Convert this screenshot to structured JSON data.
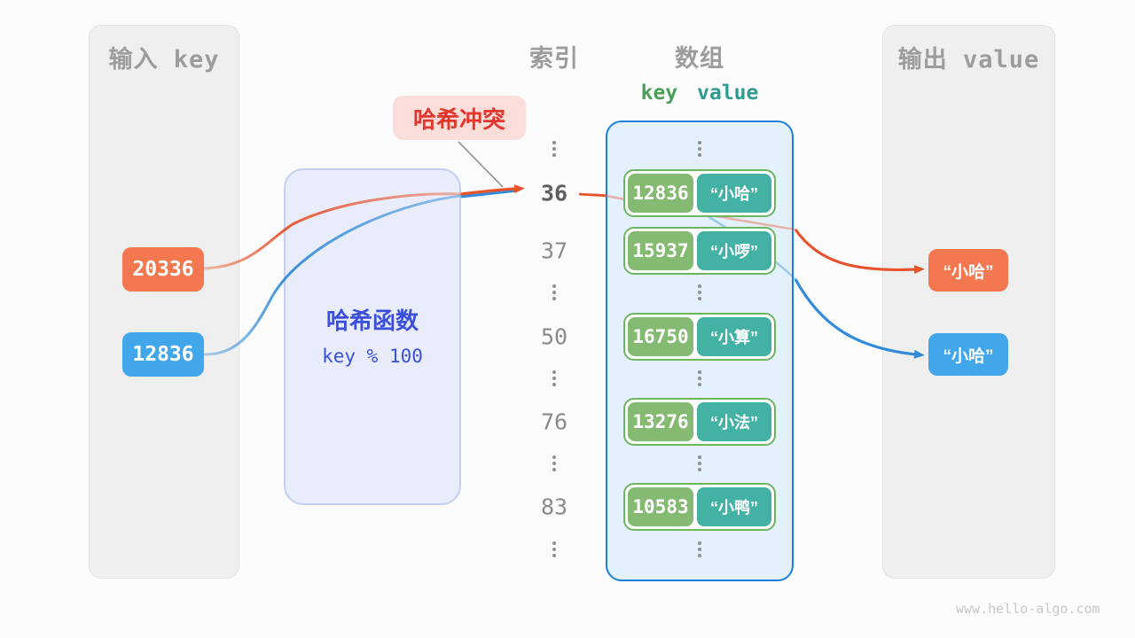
{
  "page": {
    "watermark": "www.hello-algo.com"
  },
  "colors": {
    "canvas_bg": "#FCFCFC",
    "panel_bg": "#EFEFEF",
    "panel_border": "#E3E3E3",
    "panel_title": "#9C9C9C",
    "orange": "#F3774F",
    "blue": "#41A6EA",
    "key_green": "#84BA71",
    "value_teal": "#43B1A4",
    "pair_border": "#6CB562",
    "array_bg": "#E3F1FC",
    "array_border": "#1A7FD8",
    "hash_bg": "#E9EDFB",
    "hash_border": "#C5CEF3",
    "hash_text": "#3A50DC",
    "badge_bg": "#FBDDDA",
    "badge_text": "#E3372D",
    "key_header": "#4C9D58",
    "value_header": "#2E9C91",
    "index_text": "#8A8A8A",
    "index_highlight": "#5F5F5F",
    "arrow_orange": "#E8532C",
    "arrow_blue": "#318BD8",
    "leader_gray": "#8C8C8C",
    "dots": "#8F8F8F",
    "watermark": "#C9C9C9"
  },
  "input_panel": {
    "title": "输入 key",
    "keys": [
      {
        "label": "20336",
        "color_ref": "orange"
      },
      {
        "label": "12836",
        "color_ref": "blue"
      }
    ]
  },
  "hash_box": {
    "title": "哈希函数",
    "formula": "key % 100"
  },
  "collision_badge": {
    "label": "哈希冲突"
  },
  "index_column": {
    "title": "索引",
    "items": [
      {
        "kind": "icon",
        "icon": "vertical-ellipsis-icon"
      },
      {
        "kind": "index",
        "text": "36",
        "highlight": true
      },
      {
        "kind": "index",
        "text": "37",
        "highlight": false
      },
      {
        "kind": "icon",
        "icon": "vertical-ellipsis-icon"
      },
      {
        "kind": "index",
        "text": "50",
        "highlight": false
      },
      {
        "kind": "icon",
        "icon": "vertical-ellipsis-icon"
      },
      {
        "kind": "index",
        "text": "76",
        "highlight": false
      },
      {
        "kind": "icon",
        "icon": "vertical-ellipsis-icon"
      },
      {
        "kind": "index",
        "text": "83",
        "highlight": false
      },
      {
        "kind": "icon",
        "icon": "vertical-ellipsis-icon"
      }
    ]
  },
  "array_panel": {
    "title": "数组",
    "key_header": "key",
    "value_header": "value",
    "rows": [
      {
        "key": "12836",
        "value": "“小哈”"
      },
      {
        "key": "15937",
        "value": "“小啰”"
      },
      {
        "key": "16750",
        "value": "“小算”"
      },
      {
        "key": "13276",
        "value": "“小法”"
      },
      {
        "key": "10583",
        "value": "“小鸭”"
      }
    ],
    "ellipsis_icon": "vertical-ellipsis-icon"
  },
  "output_panel": {
    "title": "输出 value",
    "values": [
      {
        "label": "“小哈”",
        "color_ref": "orange"
      },
      {
        "label": "“小哈”",
        "color_ref": "blue"
      }
    ]
  }
}
